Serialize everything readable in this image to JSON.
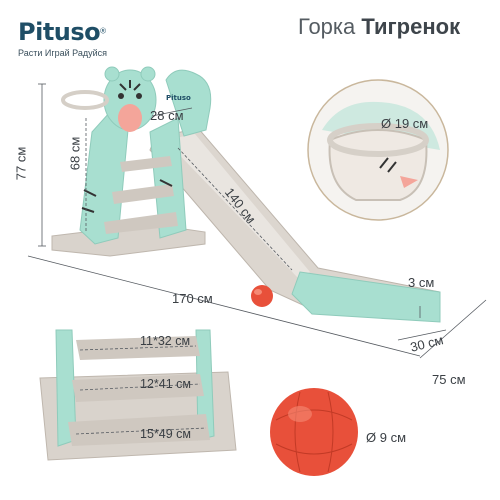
{
  "brand": {
    "name": "Pituso",
    "reg_mark": "®",
    "tagline": "Расти Играй Радуйся"
  },
  "product": {
    "type_word": "Горка",
    "name": "Тигренок"
  },
  "dimensions": {
    "height_total": "77 см",
    "height_platform": "68 см",
    "slide_width_top": "28 см",
    "slide_length": "140 см",
    "total_length": "170 см",
    "slide_end_height": "3 см",
    "slide_end_width": "30 см",
    "total_width": "75 см",
    "hoop_diameter": "Ø 19 см",
    "step_1": "11*32 см",
    "step_2": "12*41 см",
    "step_3": "15*49 см",
    "ball_diameter": "Ø 9 см"
  },
  "colors": {
    "mint": "#a8dfd0",
    "grey": "#d9d3cc",
    "brand_blue": "#1f4e66",
    "ball": "#e8503a",
    "dim_line": "#555a60"
  }
}
